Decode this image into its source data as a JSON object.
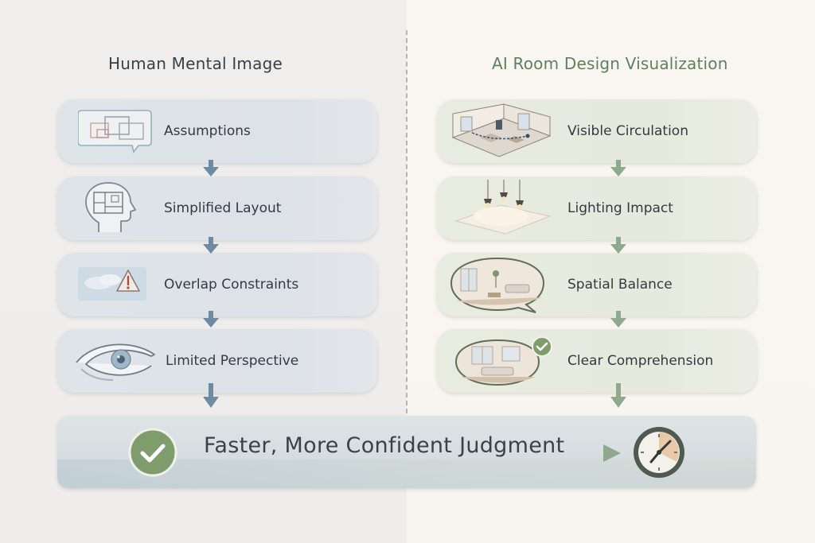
{
  "left_column": {
    "title": "Human Mental Image",
    "steps": [
      {
        "label": "Assumptions",
        "icon": "floor-plan-speech-icon"
      },
      {
        "label": "Simplified Layout",
        "icon": "head-floor-plan-icon"
      },
      {
        "label": "Overlap Constraints",
        "icon": "warning-cloud-icon"
      },
      {
        "label": "Limited Perspective",
        "icon": "eye-icon"
      }
    ]
  },
  "right_column": {
    "title": "AI Room Design Visualization",
    "steps": [
      {
        "label": "Visible Circulation",
        "icon": "isometric-room-icon"
      },
      {
        "label": "Lighting Impact",
        "icon": "pendant-lights-icon"
      },
      {
        "label": "Spatial Balance",
        "icon": "living-room-bubble-icon"
      },
      {
        "label": "Clear Comprehension",
        "icon": "room-check-icon"
      }
    ]
  },
  "outcome": {
    "label": "Faster, More Confident Judgment",
    "icons": [
      "check-circle-icon",
      "clock-icon"
    ]
  },
  "colors": {
    "left_card": "#dfe4e9",
    "right_card": "#e8ebdf",
    "left_arrow": "#6f8ba3",
    "right_arrow": "#8ea98e",
    "check_green": "#7f9c6c",
    "title_green": "#5f7f5f",
    "clock_accent": "#e8c9a8"
  }
}
